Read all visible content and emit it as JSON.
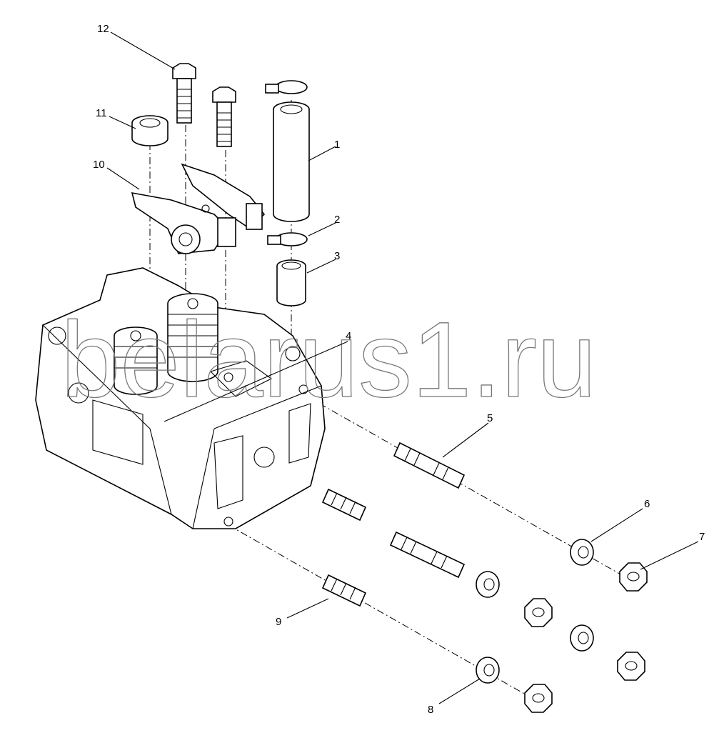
{
  "watermark": "belarus1.ru",
  "callouts": [
    {
      "id": "1",
      "label": "1"
    },
    {
      "id": "2",
      "label": "2"
    },
    {
      "id": "3",
      "label": "3"
    },
    {
      "id": "4",
      "label": "4"
    },
    {
      "id": "5",
      "label": "5"
    },
    {
      "id": "6",
      "label": "6"
    },
    {
      "id": "7",
      "label": "7"
    },
    {
      "id": "8",
      "label": "8"
    },
    {
      "id": "9",
      "label": "9"
    },
    {
      "id": "10",
      "label": "10"
    },
    {
      "id": "11",
      "label": "11"
    },
    {
      "id": "12",
      "label": "12"
    }
  ]
}
